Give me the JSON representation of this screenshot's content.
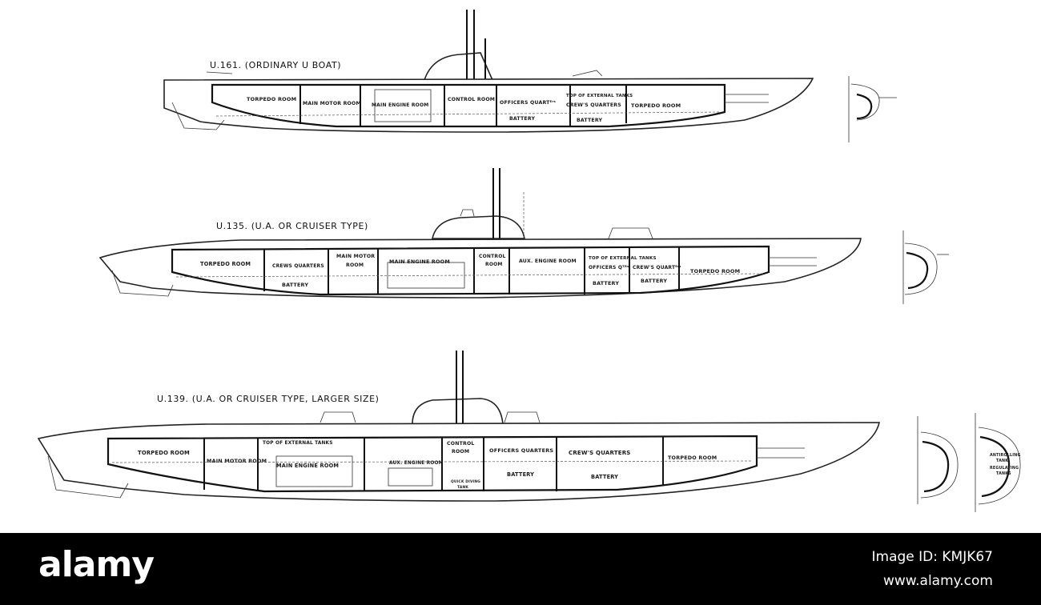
{
  "boats": [
    {
      "title": "U.161. (ORDINARY U BOAT)",
      "labels": {
        "torpedo_aft": "TORPEDO ROOM",
        "main_motor": "MAIN MOTOR ROOM",
        "main_engine": "MAIN ENGINE ROOM",
        "control": "CONTROL  ROOM",
        "officers": "OFFICERS QUARTᴱʳˢ",
        "battery1": "BATTERY",
        "top_ext": "TOP OF EXTERNAL TANKS",
        "crews": "CREW'S QUARTERS",
        "battery2": "BATTERY",
        "torpedo_fwd": "TORPEDO ROOM"
      }
    },
    {
      "title": "U.135. (U.A. OR CRUISER TYPE)",
      "labels": {
        "torpedo_aft": "TORPEDO ROOM",
        "crews_aft": "CREWS QUARTERS",
        "battery_aft": "BATTERY",
        "main_motor_1": "MAIN MOTOR",
        "main_motor_2": "ROOM",
        "main_engine": "MAIN ENGINE ROOM",
        "control_1": "CONTROL",
        "control_2": "ROOM",
        "aux_engine": "AUX. ENGINE ROOM",
        "top_ext": "TOP OF EXTERNAL TANKS",
        "officers": "OFFICERS Qᵀᴿˢ",
        "battery2": "BATTERY",
        "crews_fwd": "CREW'S QUARTᴱʳˢ",
        "battery3": "BATTERY",
        "torpedo_fwd": "TORPEDO ROOM"
      }
    },
    {
      "title": "U.139. (U.A. OR CRUISER TYPE, LARGER SIZE)",
      "labels": {
        "torpedo_aft": "TORPEDO ROOM",
        "main_motor": "MAIN MOTOR ROOM",
        "top_ext": "TOP OF EXTERNAL TANKS",
        "main_engine": "MAIN ENGINE ROOM",
        "aux_engine": "AUX. ENGINE ROOM",
        "control_1": "CONTROL",
        "control_2": "ROOM",
        "quick_diving_1": "QUICK DIVING",
        "quick_diving_2": "TANK",
        "officers": "OFFICERS QUARTERS",
        "battery1": "BATTERY",
        "crews": "CREW'S QUARTERS",
        "battery2": "BATTERY",
        "torpedo_fwd": "TORPEDO ROOM",
        "antirolling_1": "ANTIROLLING",
        "antirolling_2": "TANK",
        "regulating_1": "REGULATING",
        "regulating_2": "TANKS"
      }
    }
  ],
  "banner": {
    "logo": "alamy",
    "image_id": "Image ID: KMJK67",
    "site": "www.alamy.com"
  }
}
